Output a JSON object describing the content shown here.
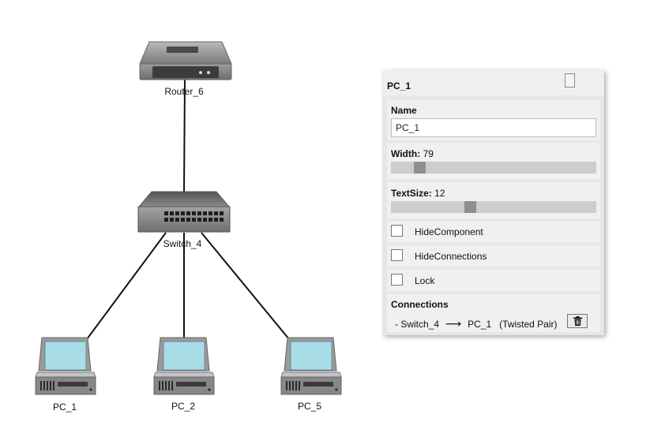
{
  "topology": {
    "devices": [
      {
        "id": "router",
        "label": "Router_6",
        "icon": "router-icon"
      },
      {
        "id": "switch",
        "label": "Switch_4",
        "icon": "switch-icon"
      },
      {
        "id": "pc1",
        "label": "PC_1",
        "icon": "desktop-pc-icon"
      },
      {
        "id": "pc2",
        "label": "PC_2",
        "icon": "desktop-pc-icon"
      },
      {
        "id": "pc5",
        "label": "PC_5",
        "icon": "desktop-pc-icon"
      }
    ],
    "links": [
      {
        "from": "Router_6",
        "to": "Switch_4"
      },
      {
        "from": "Switch_4",
        "to": "PC_1"
      },
      {
        "from": "Switch_4",
        "to": "PC_2"
      },
      {
        "from": "Switch_4",
        "to": "PC_5"
      }
    ]
  },
  "panel": {
    "title": "PC_1",
    "name_label": "Name",
    "name_value": "PC_1",
    "width_label": "Width:",
    "width_value": "79",
    "width_fraction": 0.12,
    "textsize_label": "TextSize:",
    "textsize_value": "12",
    "textsize_fraction": 0.38,
    "hide_component_label": "HideComponent",
    "hide_component_checked": false,
    "hide_connections_label": "HideConnections",
    "hide_connections_checked": false,
    "lock_label": "Lock",
    "lock_checked": false,
    "connections_label": "Connections",
    "connection": {
      "prefix": "- Switch_4",
      "arrow": "⟶",
      "target": "PC_1",
      "type": "(Twisted Pair)"
    }
  },
  "colors": {
    "screen": "#a8dde8",
    "device_gray": "#8c8c8c",
    "panel_bg": "#e6e6e6"
  }
}
